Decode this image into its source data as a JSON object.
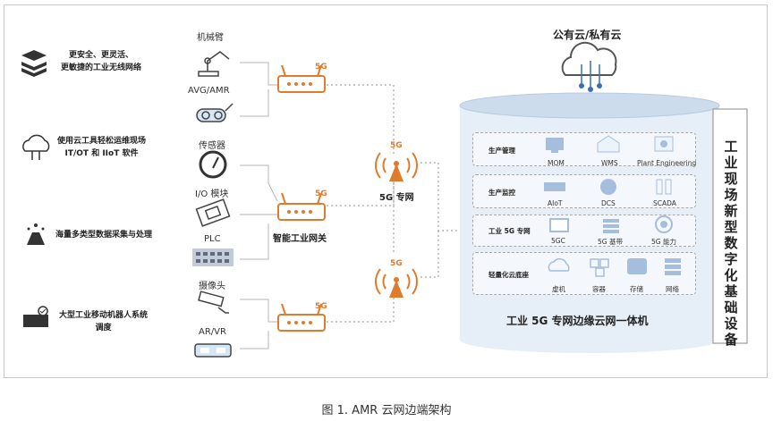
{
  "features": [
    {
      "lines": [
        "更安全、更灵活、",
        "更敏捷的工业无线网络"
      ],
      "icon": "layers-icon"
    },
    {
      "lines": [
        "使用云工具轻松运维现场",
        "IT/OT 和 IIoT 软件"
      ],
      "icon": "cloud-network-icon"
    },
    {
      "lines": [
        "海量多类型数据采集与处理"
      ],
      "icon": "data-fountain-icon"
    },
    {
      "lines": [
        "大型工业移动机器人系统",
        "调度"
      ],
      "icon": "robot-fleet-icon"
    }
  ],
  "devices": [
    "机械臂",
    "AVG/AMR",
    "传感器",
    "I/O 模块",
    "PLC",
    "摄像头",
    "AR/VR"
  ],
  "router_tag": "5G",
  "gateway_label": "智能工业网关",
  "tower_tag": "5G",
  "tower_label": "5G 专网",
  "cloud_label": "公有云/私有云",
  "rows": [
    {
      "label": "生产管理",
      "items": [
        "MOM",
        "WMS",
        "Plant Engineering"
      ]
    },
    {
      "label": "生产监控",
      "items": [
        "AIoT",
        "DCS",
        "SCADA"
      ]
    },
    {
      "label": "工业 5G 专网",
      "items": [
        "5GC",
        "5G 基带",
        "5G 能力"
      ]
    },
    {
      "label": "轻量化云底座",
      "items": [
        "虚机",
        "容器",
        "存储",
        "网络"
      ]
    }
  ],
  "cylinder_title": "工业 5G 专网边缘云网一体机",
  "vertical_title": "工业现场新型数字化基础设备",
  "caption": "图 1. AMR 云网边端架构",
  "colors": {
    "accent": "#e07a2c",
    "blue": "#3a6fb5",
    "cyl_top": "#cddcec",
    "cyl_body": "#e6eef7"
  }
}
